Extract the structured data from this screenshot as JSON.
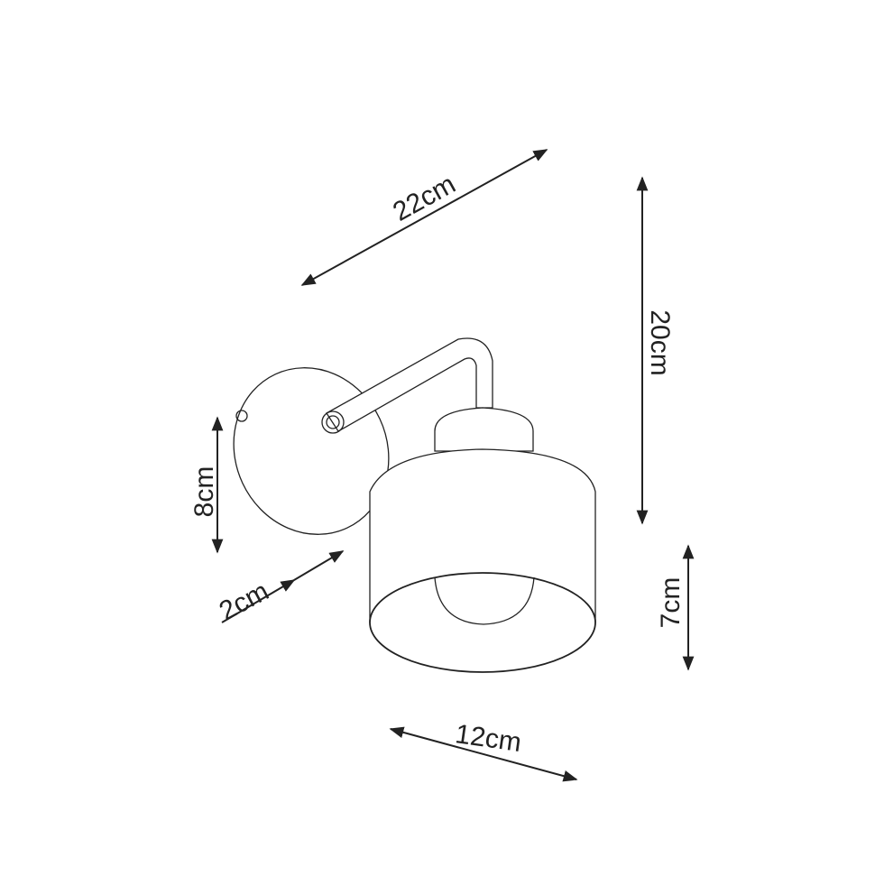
{
  "title": "Wall lamp dimensions",
  "dimensions": {
    "arm_length": "22cm",
    "total_height": "20cm",
    "plate_height": "8cm",
    "plate_depth": "2cm",
    "shade_height": "7cm",
    "shade_diameter": "12cm"
  },
  "colors": {
    "line": "#222222",
    "background": "#ffffff"
  }
}
